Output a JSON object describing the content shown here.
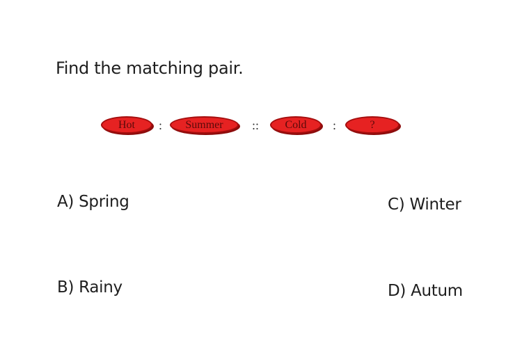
{
  "question": "Find the matching pair.",
  "analogy": {
    "term1": "Hot",
    "sep1": ":",
    "term2": "Summer",
    "sep_double": "::",
    "term3": "Cold",
    "sep2": ":",
    "term4": "?",
    "bubble_color": "#e62222"
  },
  "options": {
    "a": "A) Spring",
    "b": "B) Rainy",
    "c": "C) Winter",
    "d": "D) Autum"
  }
}
